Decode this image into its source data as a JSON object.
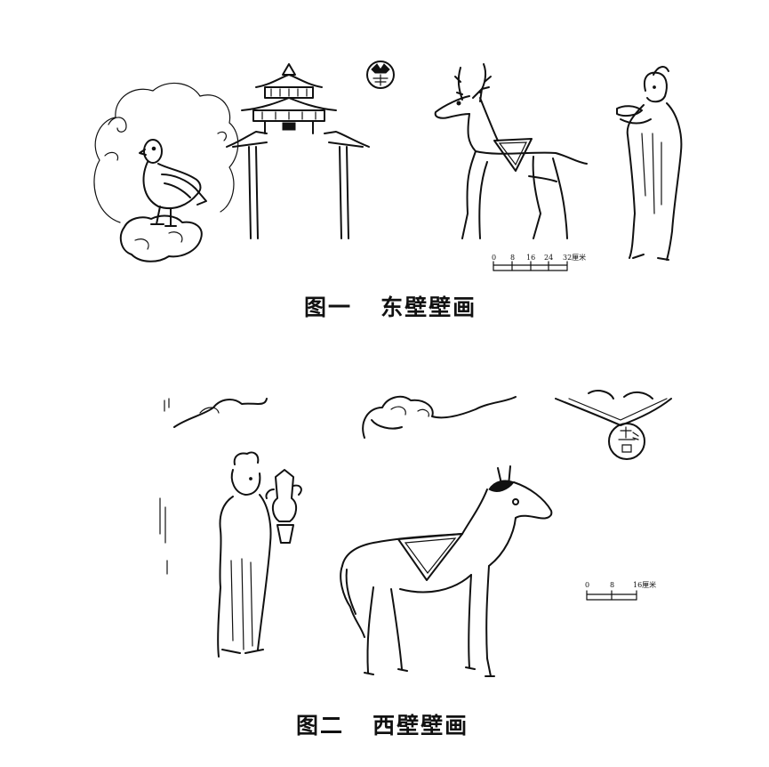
{
  "figure_east": {
    "caption": "图一   东壁壁画",
    "scale_ticks": [
      "0",
      "8",
      "16",
      "24",
      "32厘米"
    ]
  },
  "figure_west": {
    "caption": "图二   西壁壁画",
    "scale_ticks": [
      "0",
      "8",
      "16厘米"
    ]
  }
}
